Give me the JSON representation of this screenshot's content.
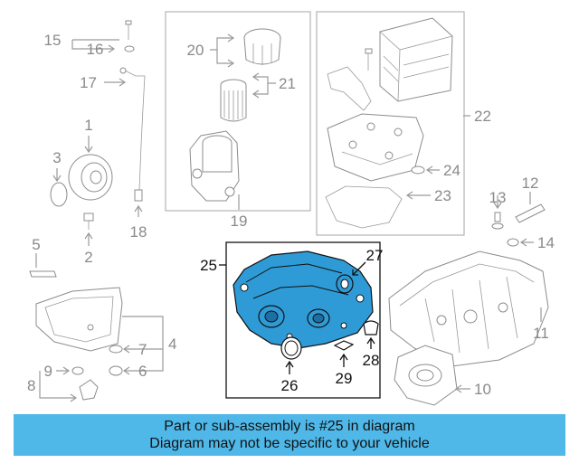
{
  "callouts": {
    "c1": "1",
    "c2": "2",
    "c3": "3",
    "c4": "4",
    "c5": "5",
    "c6": "6",
    "c7": "7",
    "c8": "8",
    "c9": "9",
    "c10": "10",
    "c11": "11",
    "c12": "12",
    "c13": "13",
    "c14": "14",
    "c15": "15",
    "c16": "16",
    "c17": "17",
    "c18": "18",
    "c19": "19",
    "c20": "20",
    "c21": "21",
    "c22": "22",
    "c23": "23",
    "c24": "24",
    "c25": "25",
    "c26": "26",
    "c27": "27",
    "c28": "28",
    "c29": "29"
  },
  "highlight": {
    "part": "25",
    "color": "#2f9bd6"
  },
  "banner": {
    "line1": "Part or sub-assembly is #25 in diagram",
    "line2": "Diagram may not be specific to your vehicle",
    "background": "#4fb8e8"
  }
}
